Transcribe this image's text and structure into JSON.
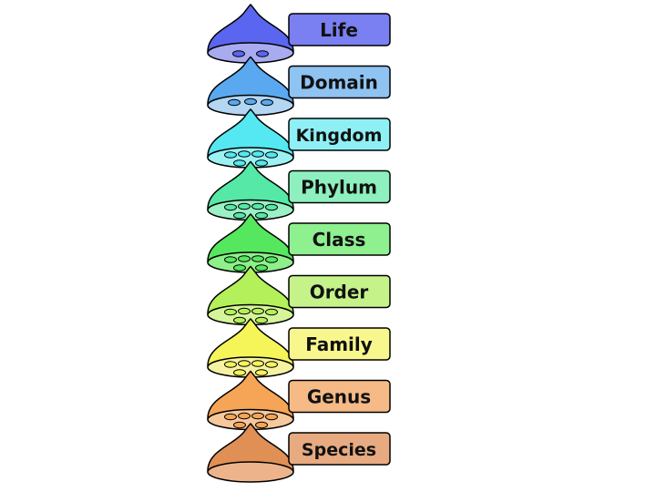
{
  "ranks": [
    {
      "label": "Life",
      "color": "#5a66f0",
      "label_bg": "#7a7ff2",
      "disc": "#a9abf0",
      "holes": 2
    },
    {
      "label": "Domain",
      "color": "#5aa8f0",
      "label_bg": "#8ec3f2",
      "disc": "#b3d6f3",
      "holes": 3
    },
    {
      "label": "Kingdom",
      "color": "#55e8f2",
      "label_bg": "#8ef0f4",
      "disc": "#9cf2f2",
      "holes": 6
    },
    {
      "label": "Phylum",
      "color": "#55e8a6",
      "label_bg": "#8ef0bf",
      "disc": "#9cf0c6",
      "holes": 6
    },
    {
      "label": "Class",
      "color": "#55e85f",
      "label_bg": "#8ef08f",
      "disc": "#8ef08a",
      "holes": 6
    },
    {
      "label": "Order",
      "color": "#b4f05a",
      "label_bg": "#c5f38a",
      "disc": "#d6f59a",
      "holes": 6
    },
    {
      "label": "Family",
      "color": "#f5f55a",
      "label_bg": "#f7f78e",
      "disc": "#f6f2a3",
      "holes": 6
    },
    {
      "label": "Genus",
      "color": "#f5a555",
      "label_bg": "#f5ba86",
      "disc": "#f6c89c",
      "holes": 6
    },
    {
      "label": "Species",
      "color": "#e09055",
      "label_bg": "#e8aa80",
      "disc": "#edb48c",
      "holes": 0
    }
  ]
}
